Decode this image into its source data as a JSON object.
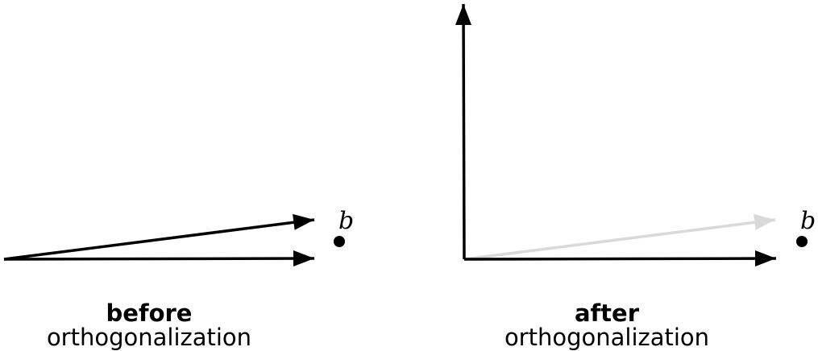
{
  "panels": {
    "before": {
      "title": "before",
      "subtitle": "orthogonalization",
      "point_label": "b"
    },
    "after": {
      "title": "after",
      "subtitle": "orthogonalization",
      "point_label": "b"
    }
  },
  "colors": {
    "arrow": "#000000",
    "faded_arrow": "#d9d9d9",
    "point": "#000000"
  }
}
